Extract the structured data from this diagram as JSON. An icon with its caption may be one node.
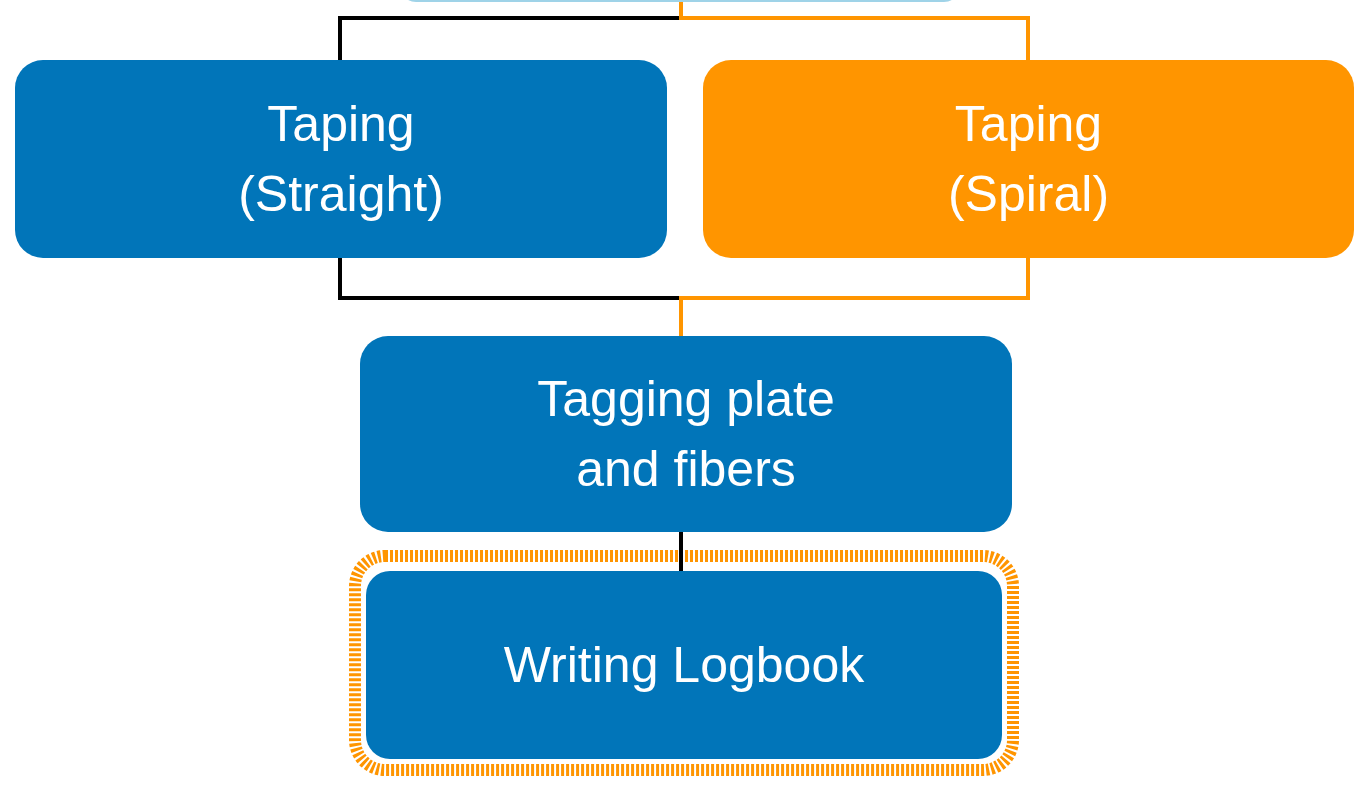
{
  "diagram": {
    "nodes": [
      {
        "text": [],
        "shape": "box"
      },
      {
        "text": [
          "Taping (Straight)"
        ]
      },
      {
        "text": [
          "Taping (Spiral)"
        ]
      },
      {
        "text": [
          "Tagging plate and fibers"
        ]
      },
      {
        "text": [
          "Writing Logbook"
        ]
      }
    ],
    "edges": [
      {
        "from": 0,
        "to": 1,
        "arrow": "none"
      },
      {
        "from": 0,
        "to": 2,
        "arrow": "none",
        "color": "#ff9500"
      },
      {
        "from": 1,
        "to": 3,
        "arrow": "none"
      },
      {
        "from": 2,
        "to": 3,
        "arrow": "none",
        "color": "#ff9500"
      },
      {
        "from": 3,
        "to": 4,
        "arrow": "none"
      }
    ]
  }
}
